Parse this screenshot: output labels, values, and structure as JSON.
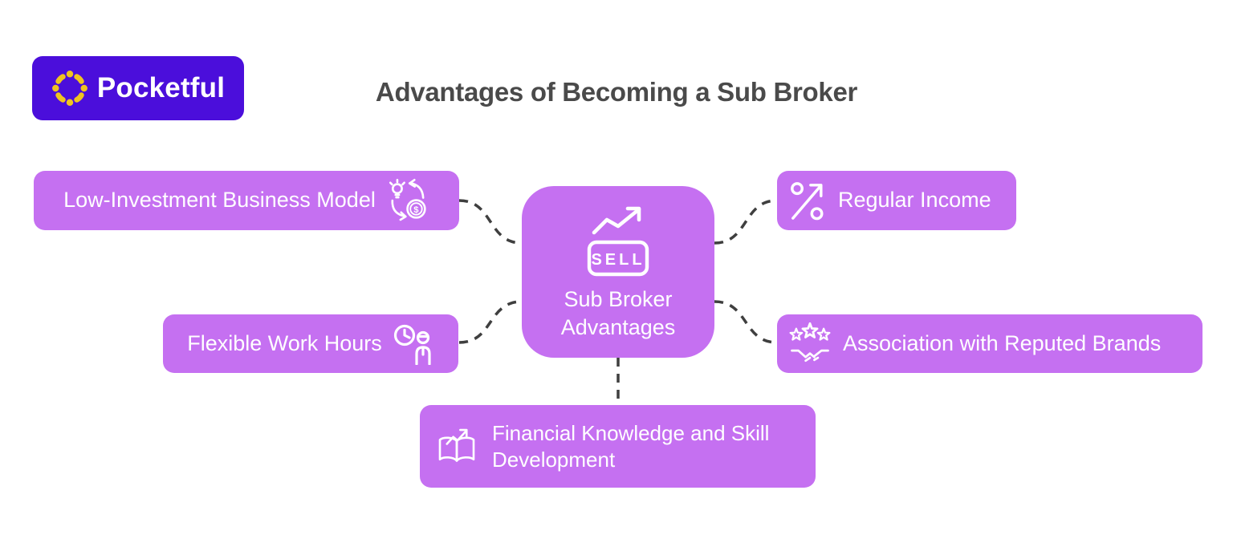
{
  "header": {
    "logo": {
      "text": "Pocketful",
      "bg_color": "#4B0EDB",
      "icon_color": "#F0C420",
      "text_color": "#FFFFFF"
    },
    "title": "Advantages of Becoming a Sub Broker",
    "title_color": "#4A4A4A"
  },
  "diagram": {
    "node_color": "#C570F1",
    "node_text_color": "#FFFFFF",
    "connector_color": "#3F3F3F",
    "connector_style": "dashed",
    "central": {
      "label_line1": "Sub Broker",
      "label_line2": "Advantages",
      "icon": "sell-trend-icon",
      "sell_text": "SELL"
    },
    "nodes": [
      {
        "id": "low-investment",
        "label": "Low-Investment Business Model",
        "icon": "bulb-to-money-cycle-icon",
        "icon_side": "right",
        "position": "top-left"
      },
      {
        "id": "flexible-hours",
        "label": "Flexible Work Hours",
        "icon": "clock-person-icon",
        "icon_side": "right",
        "position": "middle-left"
      },
      {
        "id": "regular-income",
        "label": "Regular Income",
        "icon": "percent-growth-icon",
        "icon_side": "left",
        "position": "top-right"
      },
      {
        "id": "reputed-brands",
        "label": "Association with Reputed Brands",
        "icon": "stars-handshake-icon",
        "icon_side": "left",
        "position": "middle-right"
      },
      {
        "id": "financial-knowledge",
        "label": "Financial Knowledge and Skill Development",
        "icon": "book-growth-icon",
        "icon_side": "left",
        "position": "bottom"
      }
    ]
  }
}
